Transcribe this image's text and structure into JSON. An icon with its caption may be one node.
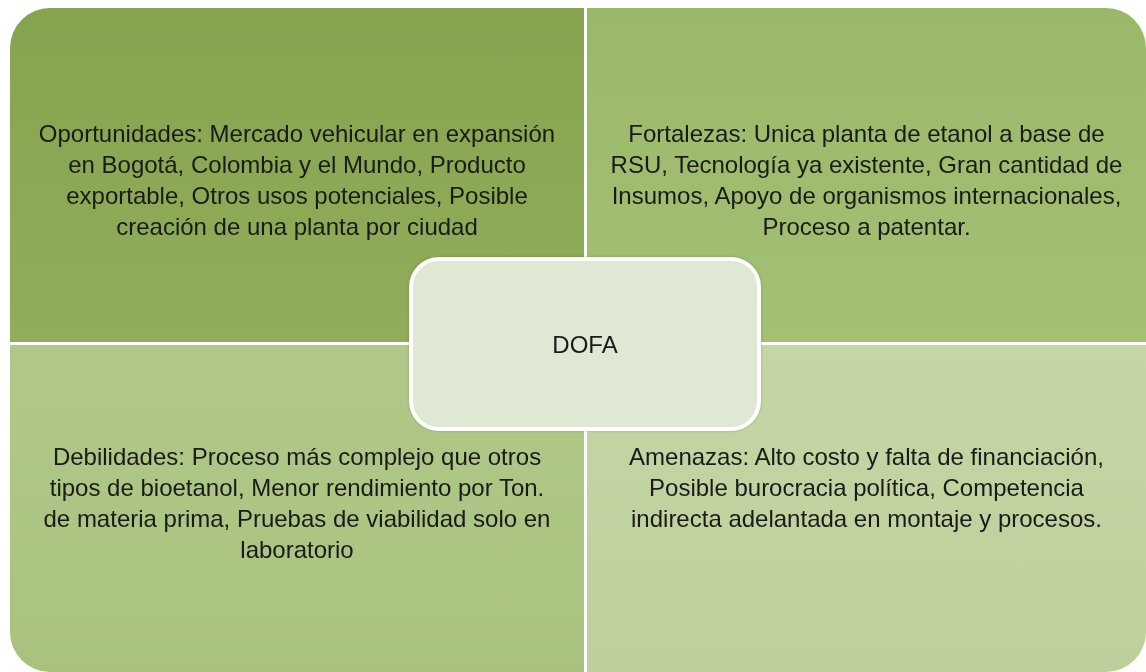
{
  "diagram": {
    "nodes": [
      {
        "text": [
          "Oportunidades: Mercado vehicular en expansión en Bogotá, Colombia y el Mundo, Producto exportable, Otros usos potenciales, Posible creación de una planta por ciudad"
        ]
      },
      {
        "text": [
          "Fortalezas: Unica planta de etanol a base de RSU, Tecnología ya existente, Gran cantidad de Insumos, Apoyo de organismos internacionales, Proceso a patentar."
        ]
      },
      {
        "text": [
          "Debilidades: Proceso más complejo que otros tipos de bioetanol, Menor rendimiento por Ton. de materia prima, Pruebas de viabilidad solo en laboratorio"
        ]
      },
      {
        "text": [
          "Amenazas: Alto costo y falta de financiación, Posible burocracia política, Competencia indirecta adelantada en montaje y procesos."
        ]
      },
      {
        "text": [
          "DOFA"
        ]
      }
    ]
  }
}
